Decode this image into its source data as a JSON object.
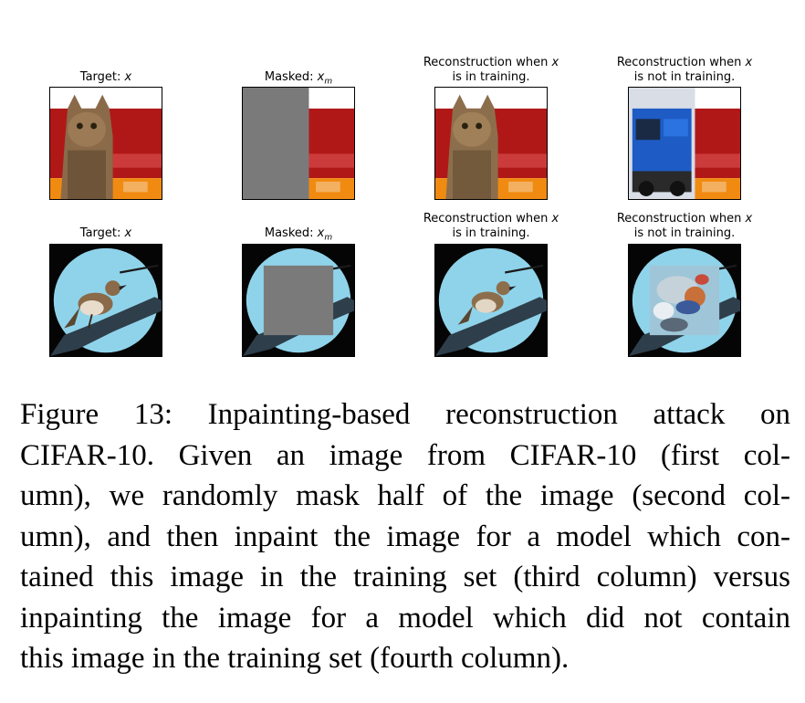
{
  "rows": [
    {
      "panels": [
        {
          "title": [
            "Target: x"
          ],
          "image": "cat-on-red-order-banner"
        },
        {
          "title": [
            "Masked: x_m"
          ],
          "image": "cat-left-half-masked"
        },
        {
          "title": [
            "Reconstruction when x",
            "is in training."
          ],
          "image": "cat-reconstructed"
        },
        {
          "title": [
            "Reconstruction when x",
            "is not in training."
          ],
          "image": "blue-truck-reconstructed"
        }
      ]
    },
    {
      "panels": [
        {
          "title": [
            "Target: x"
          ],
          "image": "bird-on-branch-blue-circle"
        },
        {
          "title": [
            "Masked: x_m"
          ],
          "image": "bird-center-masked"
        },
        {
          "title": [
            "Reconstruction when x",
            "is in training."
          ],
          "image": "bird-reconstructed"
        },
        {
          "title": [
            "Reconstruction when x",
            "is not in training."
          ],
          "image": "blurry-failed-reconstruction"
        }
      ]
    }
  ],
  "caption": {
    "lines": [
      "Figure 13:  Inpainting-based reconstruction attack on",
      "CIFAR-10. Given an image from CIFAR-10 (first col-",
      "umn), we randomly mask half of the image (second col-",
      "umn), and then inpaint the image for a model which con-",
      "tained this image in the training set (third column) versus",
      "inpainting the image for a model which did not contain",
      "this image in the training set (fourth column)."
    ]
  },
  "colors": {
    "mask_gray": "#7a7a7a",
    "banner_red": "#b01818",
    "banner_orange": "#f08a10",
    "sky_blue": "#8fd3ea"
  }
}
